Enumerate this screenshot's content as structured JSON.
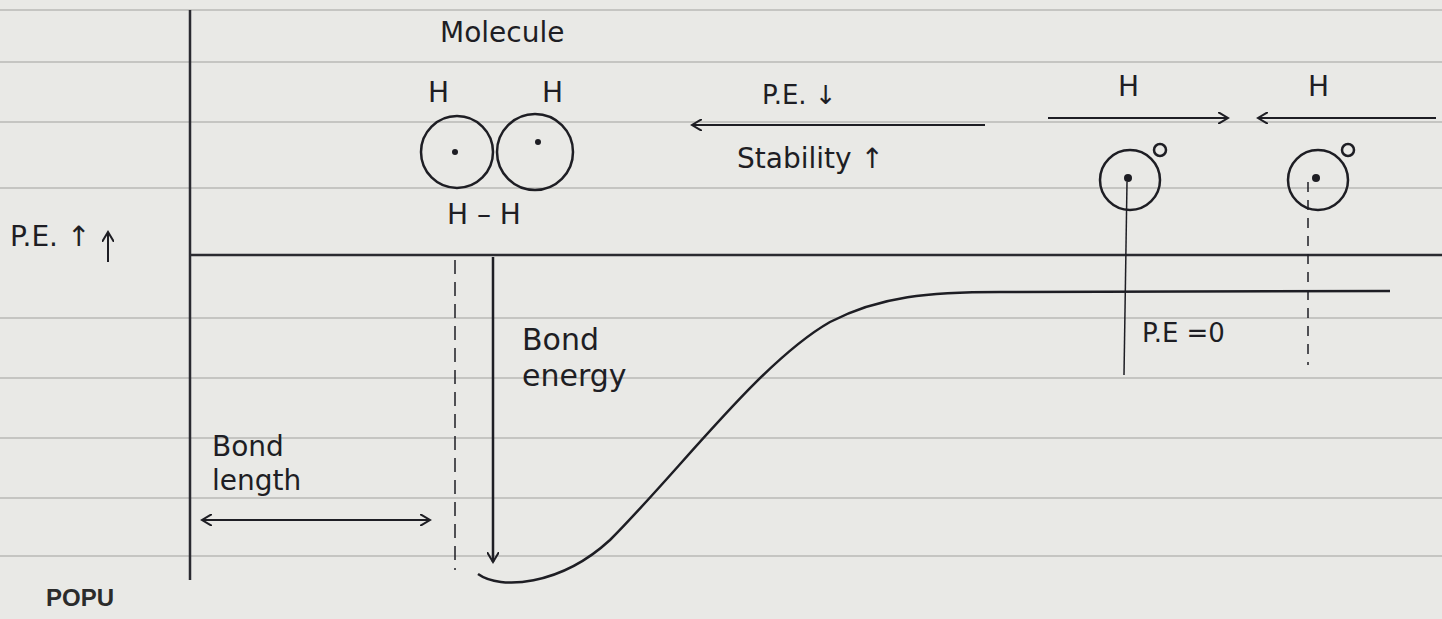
{
  "diagram": {
    "labels": [
      "Molecule",
      "H",
      "H",
      "H – H",
      "P.E. ↓",
      "Stability ↑",
      "H",
      "H",
      "P.E. ↑",
      "Bond energy",
      "Bond length",
      "P.E =0",
      "POPU"
    ]
  }
}
